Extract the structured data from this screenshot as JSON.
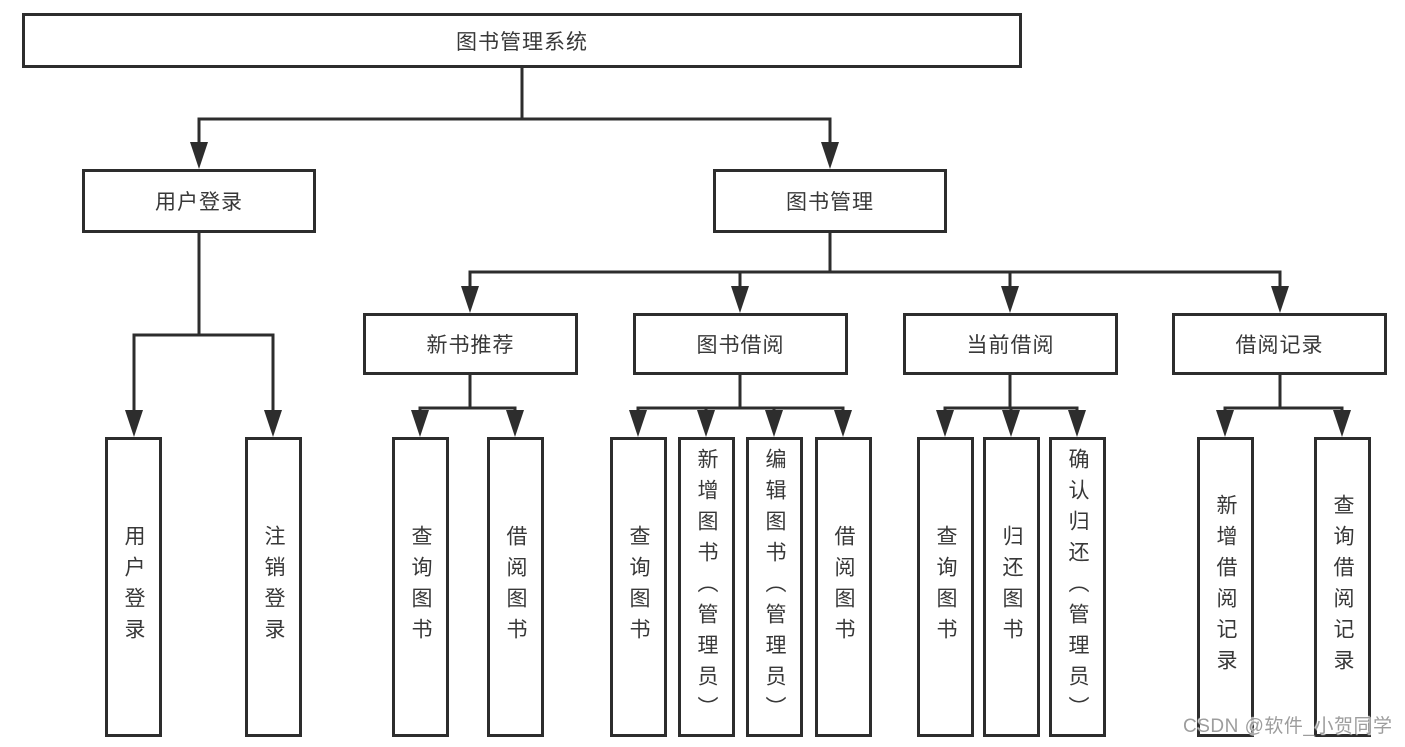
{
  "diagram": {
    "root": {
      "label": "图书管理系统"
    },
    "branches": [
      {
        "label": "用户登录",
        "children": [
          {
            "label": "用户登录"
          },
          {
            "label": "注销登录"
          }
        ]
      },
      {
        "label": "图书管理",
        "children": [
          {
            "label": "新书推荐",
            "children": [
              {
                "label": "查询图书"
              },
              {
                "label": "借阅图书"
              }
            ]
          },
          {
            "label": "图书借阅",
            "children": [
              {
                "label": "查询图书"
              },
              {
                "label": "新增图书（管理员）"
              },
              {
                "label": "编辑图书（管理员）"
              },
              {
                "label": "借阅图书"
              }
            ]
          },
          {
            "label": "当前借阅",
            "children": [
              {
                "label": "查询图书"
              },
              {
                "label": "归还图书"
              },
              {
                "label": "确认归还（管理员）"
              }
            ]
          },
          {
            "label": "借阅记录",
            "children": [
              {
                "label": "新增借阅记录"
              },
              {
                "label": "查询借阅记录"
              }
            ]
          }
        ]
      }
    ],
    "colors": {
      "line": "#2d2d2d",
      "text": "#383838",
      "watermark": "#9d9d9d",
      "background": "#ffffff"
    },
    "watermark": {
      "text": "CSDN @软件_小贺同学"
    }
  }
}
